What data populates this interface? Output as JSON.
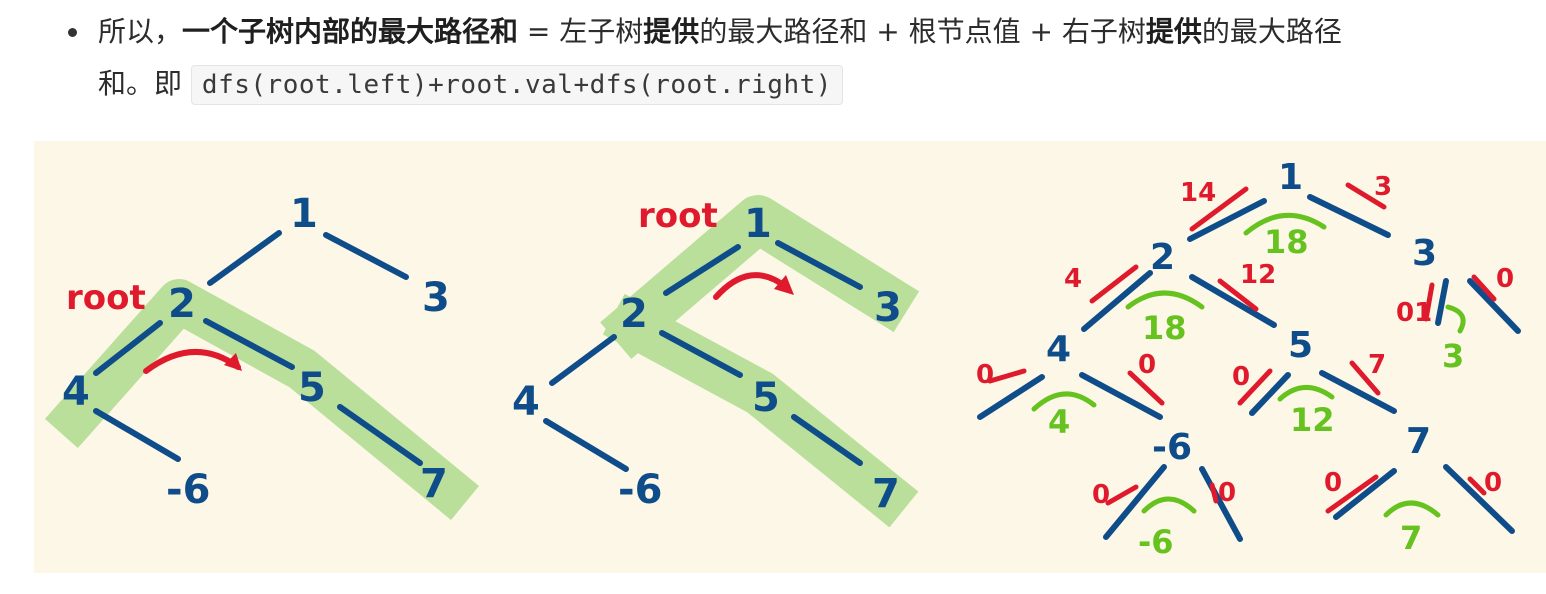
{
  "text": {
    "seg1": "所以，",
    "seg2_bold": "一个子树内部的最大路径和",
    "seg3": " = 左子树",
    "seg4_bold": "提供",
    "seg5": "的最大路径和 + 根节点值 + 右子树",
    "seg6_bold": "提供",
    "seg7": "的最大路径",
    "seg8": "和。即",
    "code": "dfs(root.left)+root.val+dfs(root.right)"
  },
  "diagram": {
    "root_label": "root",
    "panel1": {
      "nodes": [
        "1",
        "2",
        "3",
        "4",
        "5",
        "-6",
        "7"
      ]
    },
    "panel2": {
      "nodes": [
        "1",
        "2",
        "3",
        "4",
        "5",
        "-6",
        "7"
      ]
    },
    "panel3": {
      "nodes": [
        "1",
        "2",
        "3",
        "4",
        "5",
        "-6",
        "7"
      ],
      "red_labels": [
        "14",
        "3",
        "4",
        "12",
        "01",
        "0",
        "0",
        "0",
        "0",
        "7",
        "0",
        "0",
        "0",
        "0"
      ],
      "green_labels": [
        "18",
        "18",
        "3",
        "4",
        "12",
        "-6",
        "7"
      ]
    },
    "colors": {
      "background": "#fcf7e6",
      "edge": "#0f4c8a",
      "highlight": "#b9df9a",
      "red": "#e01a2d",
      "green": "#66c21e"
    }
  }
}
